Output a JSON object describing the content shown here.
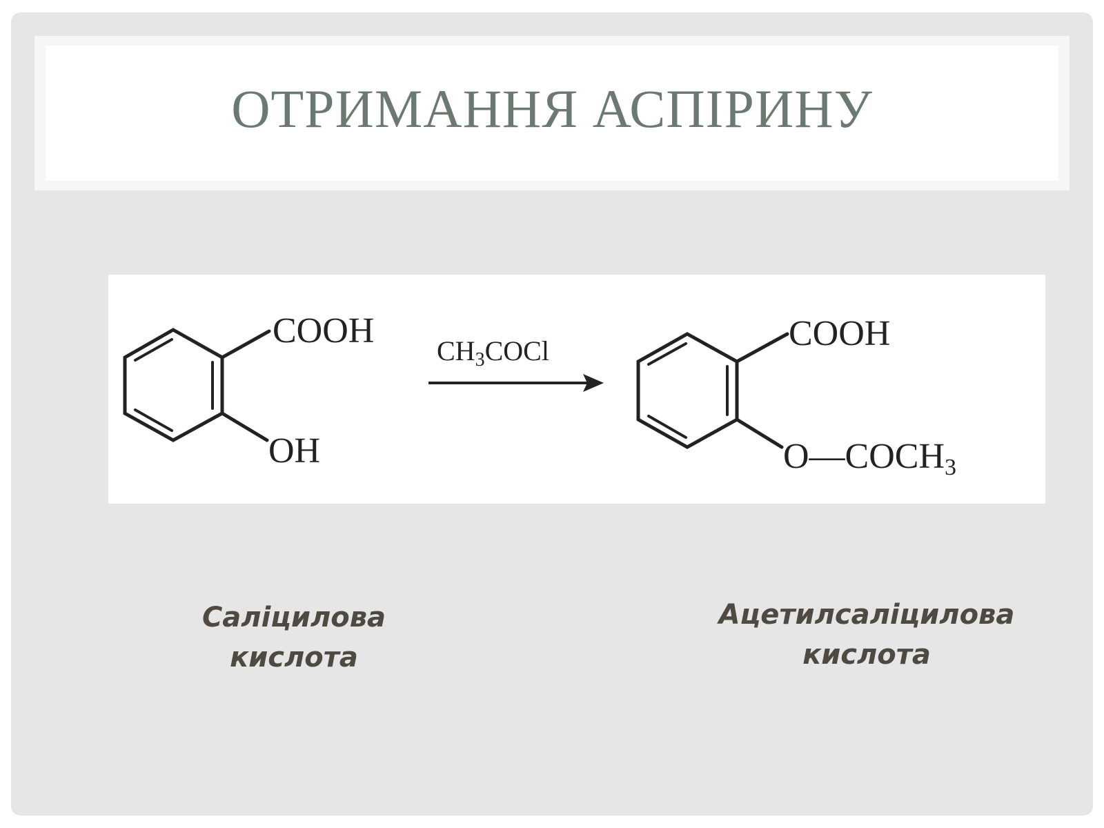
{
  "slide": {
    "title": "ОТРИМАННЯ АСПІРИНУ"
  },
  "reaction": {
    "reactant": {
      "top_group": "COOH",
      "bottom_group": "OH"
    },
    "reagent": {
      "main": "CH",
      "sub": "3",
      "rest": "COCl"
    },
    "product": {
      "top_group": "COOH",
      "bottom_group_main": "O—COCH",
      "bottom_group_sub": "3"
    }
  },
  "captions": {
    "left": {
      "line1": "Саліцилова",
      "line2": "кислота"
    },
    "right": {
      "line1": "Ацетилсаліцилова",
      "line2": "кислота"
    }
  },
  "colors": {
    "slide_bg": "#e6e6e6",
    "title_color": "#6b7a70",
    "caption_color": "#4e4a42"
  }
}
